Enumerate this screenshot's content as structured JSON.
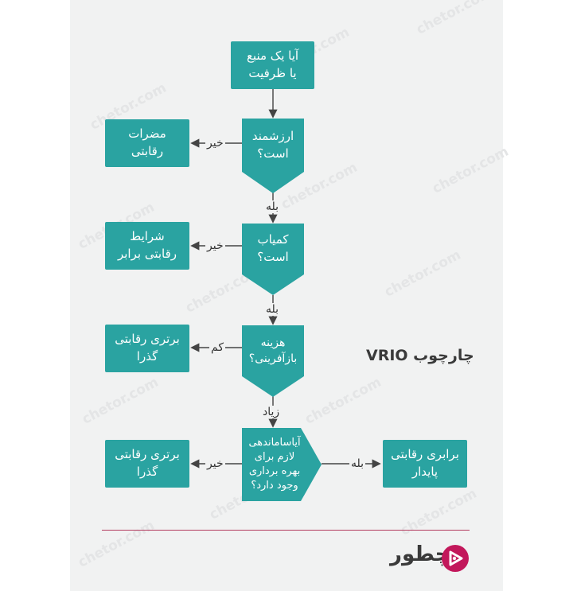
{
  "diagram": {
    "title": "چارچوب VRIO",
    "q_resource": "آیا یک منبع\nیا ظرفیت",
    "q_valuable": "ارزشمند\nاست؟",
    "q_rare": "کمیاب\nاست؟",
    "q_cost": "هزینه\nبازآفرینی؟",
    "q_org": "آیاساماندهی\nلازم برای\nبهره برداری\nوجود دارد؟",
    "o_disadv": "مضرات\nرقابتی",
    "o_parity": "شرایط\nرقابتی برابر",
    "o_temp1": "برتری رقابتی\nگذرا",
    "o_temp2": "برتری رقابتی\nگذرا",
    "o_sustained": "برابری رقابتی\nپایدار",
    "lbl_no1": "خیر",
    "lbl_no2": "خیر",
    "lbl_no3": "خیر",
    "lbl_low": "کم",
    "lbl_yes1": "بله",
    "lbl_yes2": "بله",
    "lbl_yes3": "بله",
    "lbl_high": "زیاد"
  },
  "brand": {
    "name": "چطور",
    "watermark": "chetor.com"
  },
  "colors": {
    "box": "#2aa3a1",
    "divider": "#b33a5e",
    "logo": "#c2185b"
  }
}
